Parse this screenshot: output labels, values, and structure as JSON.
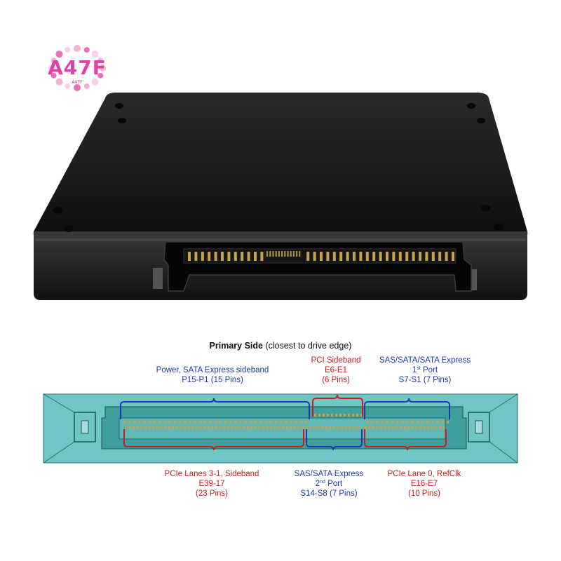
{
  "logo": {
    "text": "A47F",
    "sub": "A47F"
  },
  "diagram": {
    "title_bold": "Primary Side",
    "title_rest": " (closest to drive edge)",
    "top_groups": [
      {
        "line1": "Power, SATA Express sideband",
        "line2": "P15-P1 (15 Pins)",
        "line3": ""
      },
      {
        "line1": "PCI Sideband",
        "line2": "E6-E1",
        "line3": "(6 Pins)"
      },
      {
        "line1": "SAS/SATA/SATA Express",
        "line2a": "1",
        "line2sup": "st",
        "line2b": " Port",
        "line3": "S7-S1 (7 Pins)"
      }
    ],
    "bottom_groups": [
      {
        "line1": "PCIe Lanes 3-1, Sideband",
        "line2": "E39-17",
        "line3": "(23 Pins)"
      },
      {
        "line1": "SAS/SATA Express",
        "line2a": "2",
        "line2sup": "nd",
        "line2b": " Port",
        "line3": "S14-S8 (7 Pins)"
      },
      {
        "line1": "PCIe Lane 0, RefClk",
        "line2": "E16-E7",
        "line3": "(10 Pins)"
      }
    ]
  },
  "colors": {
    "connector_teal": "#6fc6c4",
    "bracket_blue": "#1a3bb0",
    "bracket_red": "#cc1c1c",
    "pin_gold": "#c8a24a",
    "logo_pink": "#e040a8"
  }
}
